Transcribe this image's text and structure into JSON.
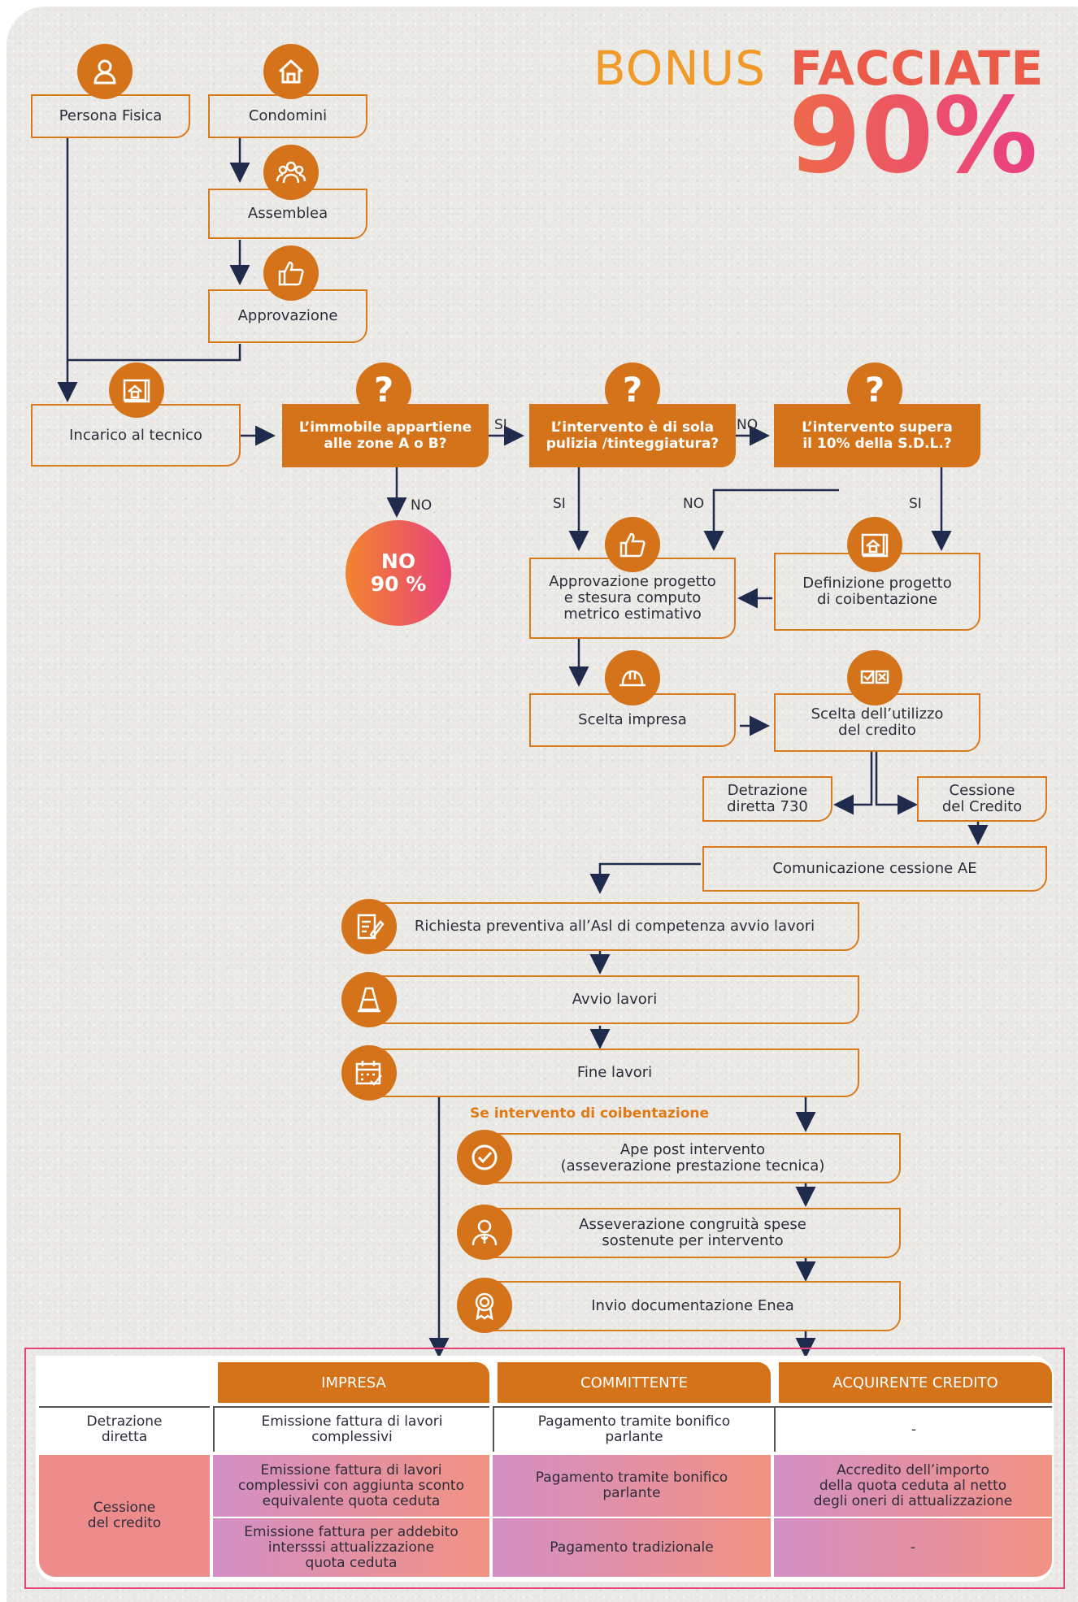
{
  "title": {
    "part1": "BONUS",
    "part2": "FACCIATE",
    "percent": "90%"
  },
  "start": {
    "persona": "Persona Fisica",
    "condomini": "Condomini",
    "assemblea": "Assemblea",
    "approvazione": "Approvazione"
  },
  "flow": {
    "incarico": "Incarico al tecnico",
    "q1": "L’immobile appartiene\nalle zone A o B?",
    "q2": "L’intervento è di sola\npulizia /tinteggiatura?",
    "q3": "L’intervento supera\nil 10% della S.D.L.?",
    "si": "SI",
    "no": "NO",
    "no90_line1": "NO",
    "no90_line2": "90 %",
    "approvazione_progetto": "Approvazione progetto\ne stesura computo\nmetrico estimativo",
    "definizione": "Definizione progetto\ndi coibentazione",
    "scelta_impresa": "Scelta impresa",
    "scelta_credito": "Scelta dell’utilizzo\ndel credito",
    "detrazione730": "Detrazione\ndiretta 730",
    "cessione": "Cessione\ndel Credito",
    "comunicazione": "Comunicazione cessione AE",
    "richiesta_asl": "Richiesta preventiva all’Asl di competenza avvio lavori",
    "avvio": "Avvio lavori",
    "fine": "Fine lavori",
    "se_coib": "Se intervento di coibentazione",
    "ape": "Ape post intervento\n(asseverazione prestazione tecnica)",
    "asseverazione": "Asseverazione congruità spese\nsostenute per intervento",
    "enea": "Invio documentazione Enea"
  },
  "table": {
    "headers": [
      "IMPRESA",
      "COMMITTENTE",
      "ACQUIRENTE CREDITO"
    ],
    "row1": {
      "label": "Detrazione\ndiretta",
      "impresa": "Emissione fattura di lavori\ncomplessivi",
      "committente": "Pagamento tramite bonifico\nparlante",
      "acquirente": "-"
    },
    "row2": {
      "label": "Cessione\ndel credito",
      "impresa_a": "Emissione fattura di lavori\ncomplessivi con aggiunta sconto\nequivalente quota ceduta",
      "impresa_b": "Emissione fattura per addebito\nintersssi attualizzazione\nquota ceduta",
      "committente_a": "Pagamento tramite bonifico\nparlante",
      "committente_b": "Pagamento tradizionale",
      "acquirente_a": "Accredito dell’importo\ndella quota ceduta al netto\ndegli oneri di attualizzazione",
      "acquirente_b": "-"
    }
  },
  "colors": {
    "orange": "#d4731a",
    "navy": "#1f2b4d",
    "pink": "#e8427c"
  }
}
